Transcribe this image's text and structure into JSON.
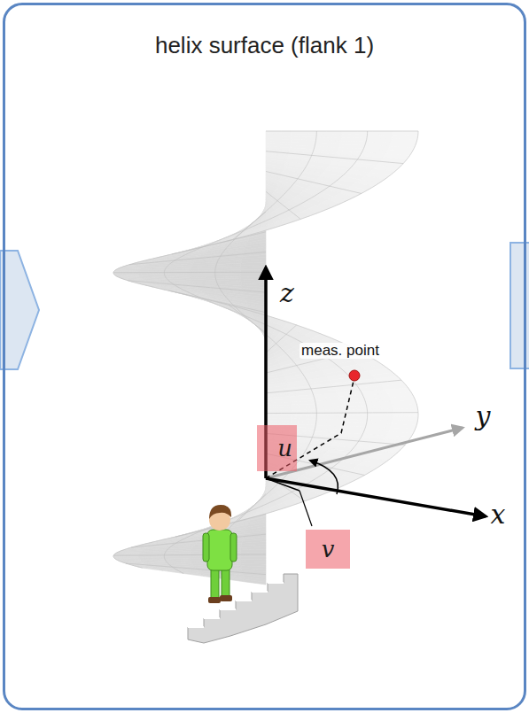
{
  "diagram": {
    "nodes": [
      {
        "text": [
          "helix surface (flank 1)"
        ]
      },
      {
        "text": [
          "u"
        ],
        "in": 0
      },
      {
        "text": [
          "v"
        ],
        "in": 0
      }
    ],
    "labels": [
      "z",
      "meas. point",
      "y",
      "x"
    ]
  }
}
